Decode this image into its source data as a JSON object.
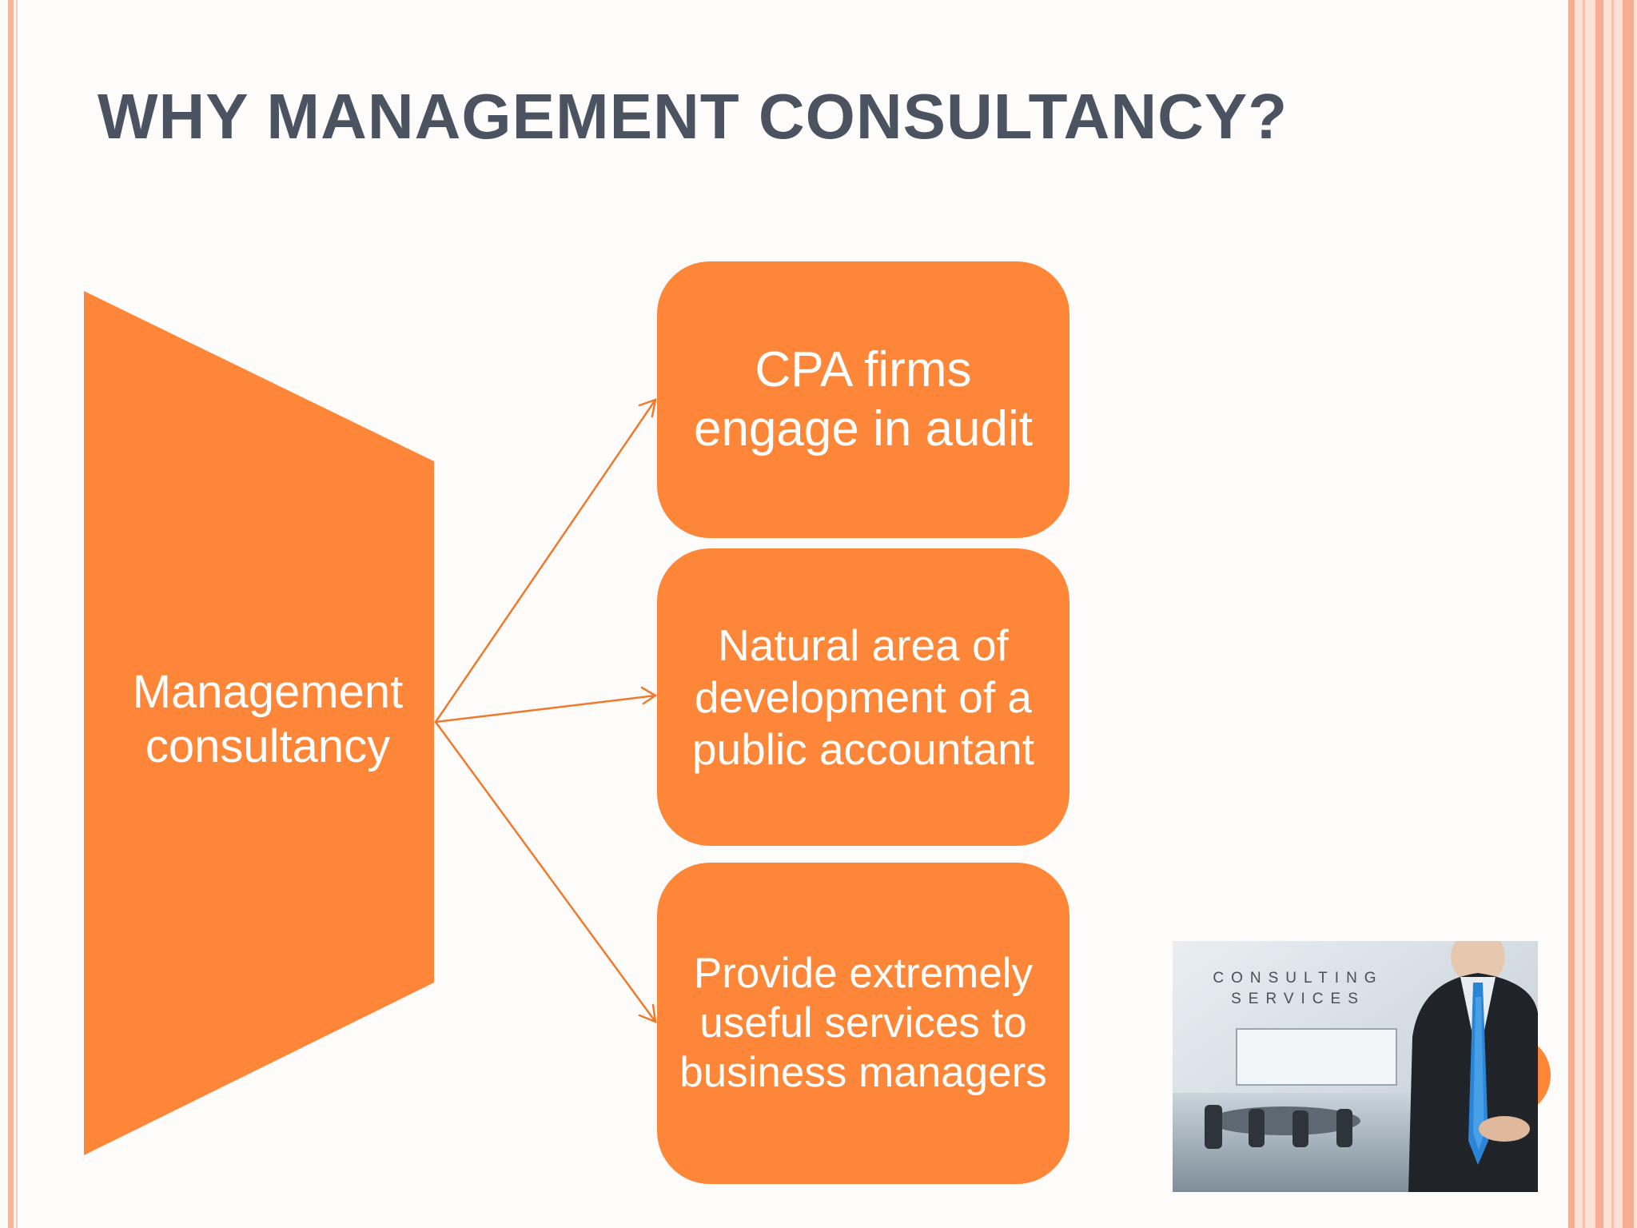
{
  "slide": {
    "title": "WHY MANAGEMENT CONSULTANCY?",
    "colors": {
      "accent": "#fd8638",
      "title": "#4b5260",
      "border_stripes": "#f7b89f",
      "arrow": "#f07a2c"
    }
  },
  "diagram": {
    "source": {
      "label": "Management consultancy"
    },
    "targets": [
      {
        "label": "CPA firms engage in audit"
      },
      {
        "label": "Natural area of development of a public accountant"
      },
      {
        "label": "Provide extremely useful services to business managers"
      }
    ]
  },
  "photo": {
    "caption": "CONSULTING\nSERVICES",
    "subject": "businessman-in-suit-with-office-background"
  }
}
